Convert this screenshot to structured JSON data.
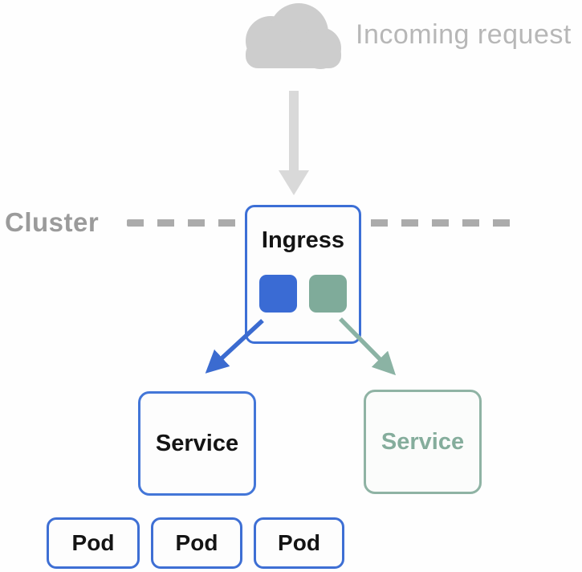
{
  "diagram": {
    "title_context": "Kubernetes Ingress routing diagram",
    "incoming": {
      "label": "Incoming request"
    },
    "cluster": {
      "label": "Cluster"
    },
    "ingress": {
      "label": "Ingress"
    },
    "service_left": {
      "label": "Service"
    },
    "service_right": {
      "label": "Service"
    },
    "pods": [
      {
        "label": "Pod"
      },
      {
        "label": "Pod"
      },
      {
        "label": "Pod"
      }
    ],
    "icons": {
      "cloud": "cloud-icon",
      "down_arrow": "down-arrow-icon",
      "blue_route_arrow": "arrow-to-blue-service",
      "green_route_arrow": "arrow-to-green-service"
    },
    "colors": {
      "blue_accent": "#3c6fd6",
      "blue_chip": "#3a6bd4",
      "green_accent": "#85ad9c",
      "green_chip": "#7fab9a",
      "cloud_gray": "#cdcdcd",
      "arrow_gray": "#d9d9d9",
      "incoming_text_gray": "#b7b7b7",
      "cluster_text_gray": "#9b9b9b",
      "dash_gray": "#ababab",
      "node_text_dark": "#141414",
      "node_fill": "#fdfdfd"
    }
  }
}
